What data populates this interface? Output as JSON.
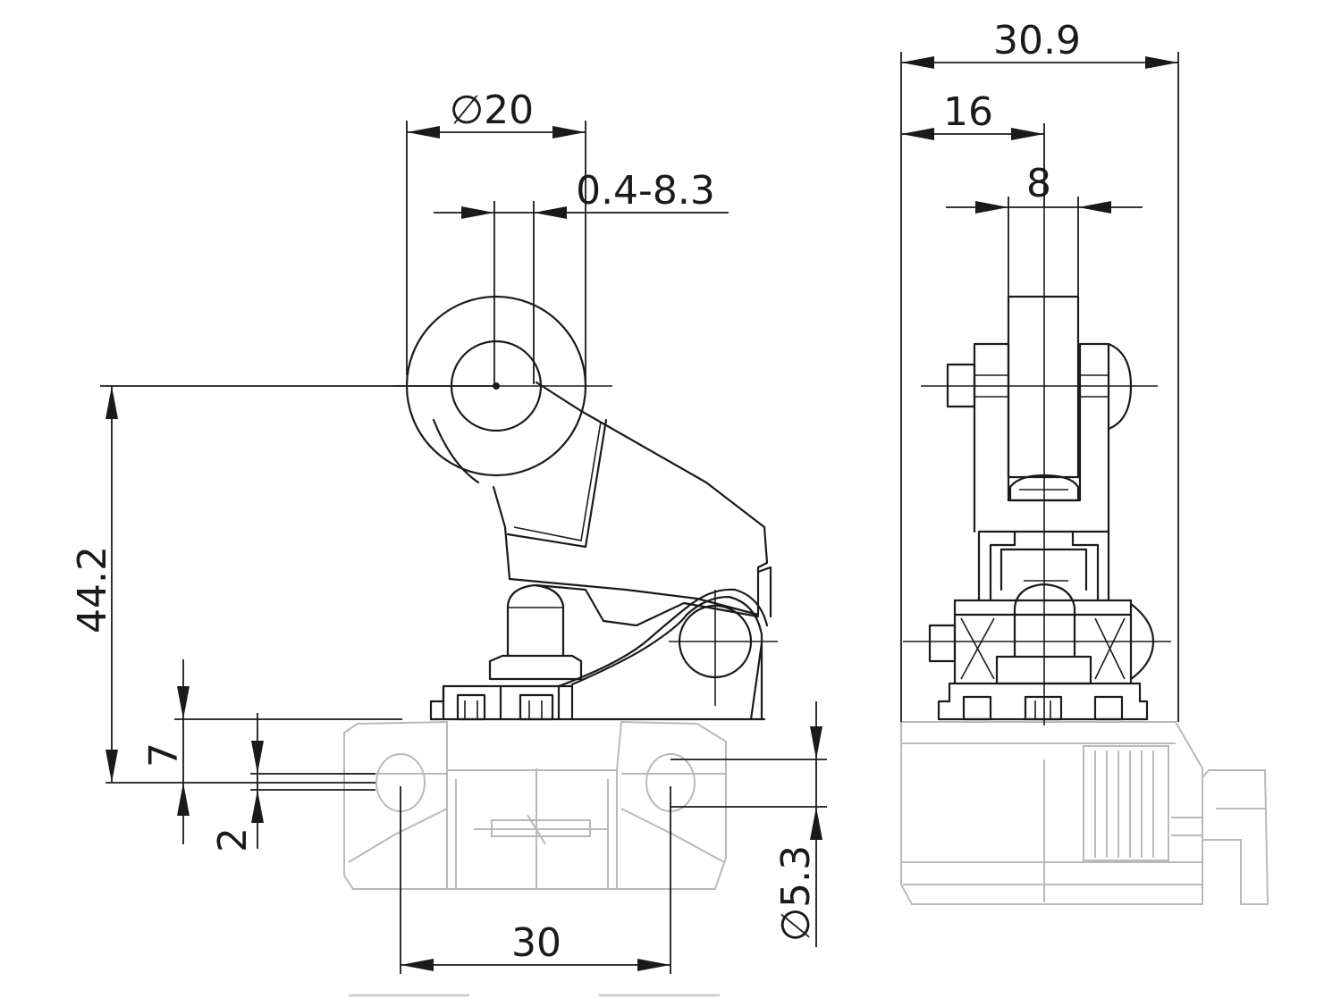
{
  "dimensions": {
    "roller_diameter": "∅20",
    "roller_offset_range": "0.4-8.3",
    "pivot_height": "44.2",
    "base_offset": "7",
    "slot_offset": "2",
    "hole_diameter": "∅5.3",
    "hole_spacing": "30",
    "overall_width": "30.9",
    "roller_center_offset": "16",
    "roller_width": "8"
  }
}
